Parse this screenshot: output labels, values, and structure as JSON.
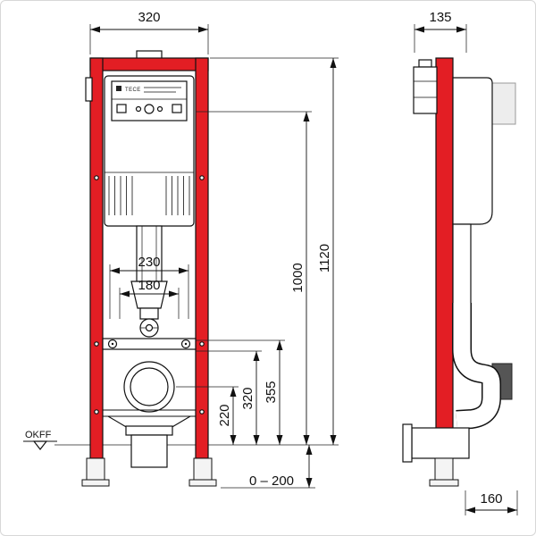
{
  "drawing": {
    "brand": "TECE",
    "floor_label": "OKFF",
    "colors": {
      "rail": "#e31e24",
      "line": "#111111"
    },
    "dims": {
      "front_width": "320",
      "side_depth": "135",
      "total_height": "1120",
      "flush_center_height": "1000",
      "outlet_top_height": "355",
      "outlet_mid_height": "320",
      "outlet_center_height": "220",
      "bolt_spacing_outer": "230",
      "bolt_spacing_inner": "180",
      "foot_adjustment": "0 – 200",
      "bottom_depth": "160"
    }
  }
}
